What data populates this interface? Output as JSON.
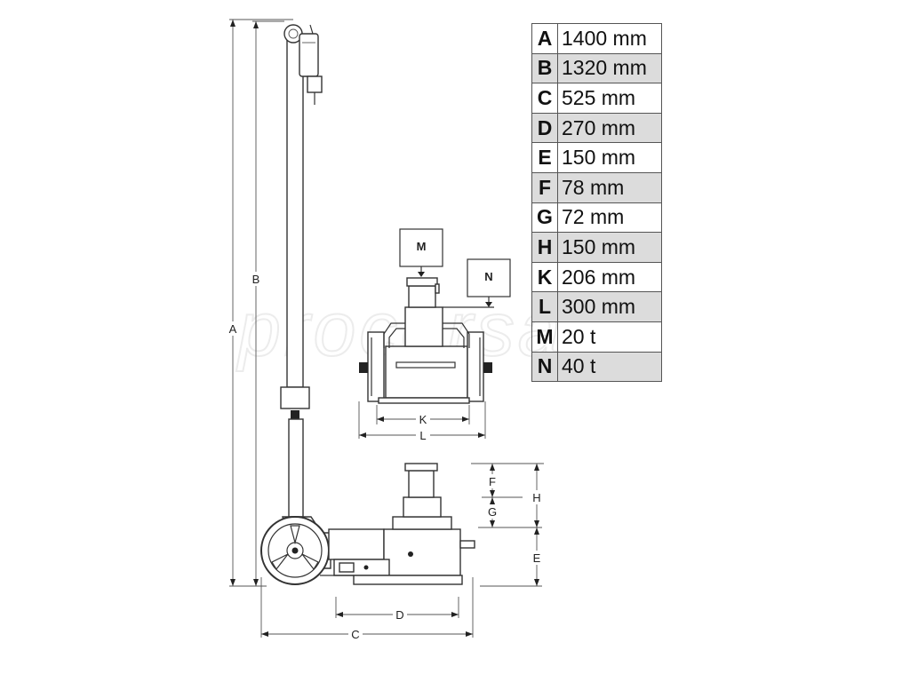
{
  "watermark": "procorsa",
  "specs": [
    {
      "key": "A",
      "value": "1400 mm"
    },
    {
      "key": "B",
      "value": "1320 mm"
    },
    {
      "key": "C",
      "value": "525 mm"
    },
    {
      "key": "D",
      "value": "270 mm"
    },
    {
      "key": "E",
      "value": "150 mm"
    },
    {
      "key": "F",
      "value": "78 mm"
    },
    {
      "key": "G",
      "value": "72 mm"
    },
    {
      "key": "H",
      "value": "150 mm"
    },
    {
      "key": "K",
      "value": "206 mm"
    },
    {
      "key": "L",
      "value": "300 mm"
    },
    {
      "key": "M",
      "value": "20 t"
    },
    {
      "key": "N",
      "value": "40 t"
    }
  ],
  "dimension_labels": {
    "a": "A",
    "b": "B",
    "c": "C",
    "d": "D",
    "e": "E",
    "f": "F",
    "g": "G",
    "h": "H",
    "k": "K",
    "l": "L"
  },
  "load_boxes": {
    "m": "M",
    "n": "N"
  }
}
